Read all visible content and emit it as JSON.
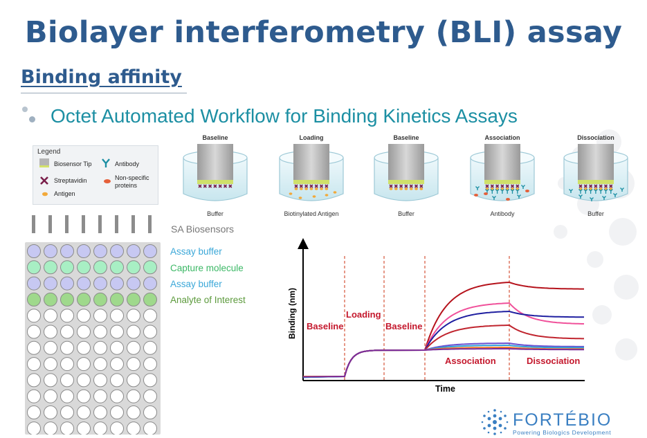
{
  "slide": {
    "title": "Biolayer interferometry (BLI) assay",
    "subtitle": "Binding affinity",
    "heading": "Octet Automated Workflow for Binding Kinetics Assays"
  },
  "legend": {
    "title": "Legend",
    "biosensor_tip": "Biosensor Tip",
    "antibody": "Antibody",
    "streptavidin": "Streptavidin",
    "non_specific_1": "Non-specific",
    "non_specific_2": "proteins",
    "antigen": "Antigen"
  },
  "sa_biosensors": "SA Biosensors",
  "plate_rows": [
    {
      "label": "Assay buffer",
      "color": "#c7c8f2",
      "text_color": "#3aa7d8"
    },
    {
      "label": "Capture molecule",
      "color": "#a8efc4",
      "text_color": "#3cb866"
    },
    {
      "label": "Assay buffer",
      "color": "#c7c8f2",
      "text_color": "#3aa7d8"
    },
    {
      "label": "Analyte of Interest",
      "color": "#9fd98c",
      "text_color": "#5c9a3c"
    }
  ],
  "stages": [
    {
      "top": "Baseline",
      "bottom": "Buffer"
    },
    {
      "top": "Loading",
      "bottom": "Biotinylated Antigen"
    },
    {
      "top": "Baseline",
      "bottom": "Buffer"
    },
    {
      "top": "Association",
      "bottom": "Antibody"
    },
    {
      "top": "Dissociation",
      "bottom": "Buffer"
    }
  ],
  "chart": {
    "ylabel": "Binding (nm)",
    "xlabel": "Time",
    "phase_labels": [
      "Baseline",
      "Loading",
      "Baseline",
      "Association",
      "Dissociation"
    ]
  },
  "chart_data": {
    "type": "line",
    "xlabel": "Time",
    "ylabel": "Binding (nm)",
    "phases": [
      "Baseline",
      "Loading",
      "Baseline",
      "Association",
      "Dissociation"
    ],
    "series_colors": [
      "#b5121b",
      "#f0509a",
      "#1f1fa0",
      "#c0242e",
      "#6a4fd0",
      "#2f9fd8",
      "#f07a2a",
      "#7a2a9a"
    ]
  },
  "logo": {
    "name": "FORTÉBIO",
    "tagline": "Powering Biologics Development"
  },
  "colors": {
    "title": "#2e5b8e",
    "heading": "#1c8fa3",
    "phase_label": "#c4172c"
  }
}
